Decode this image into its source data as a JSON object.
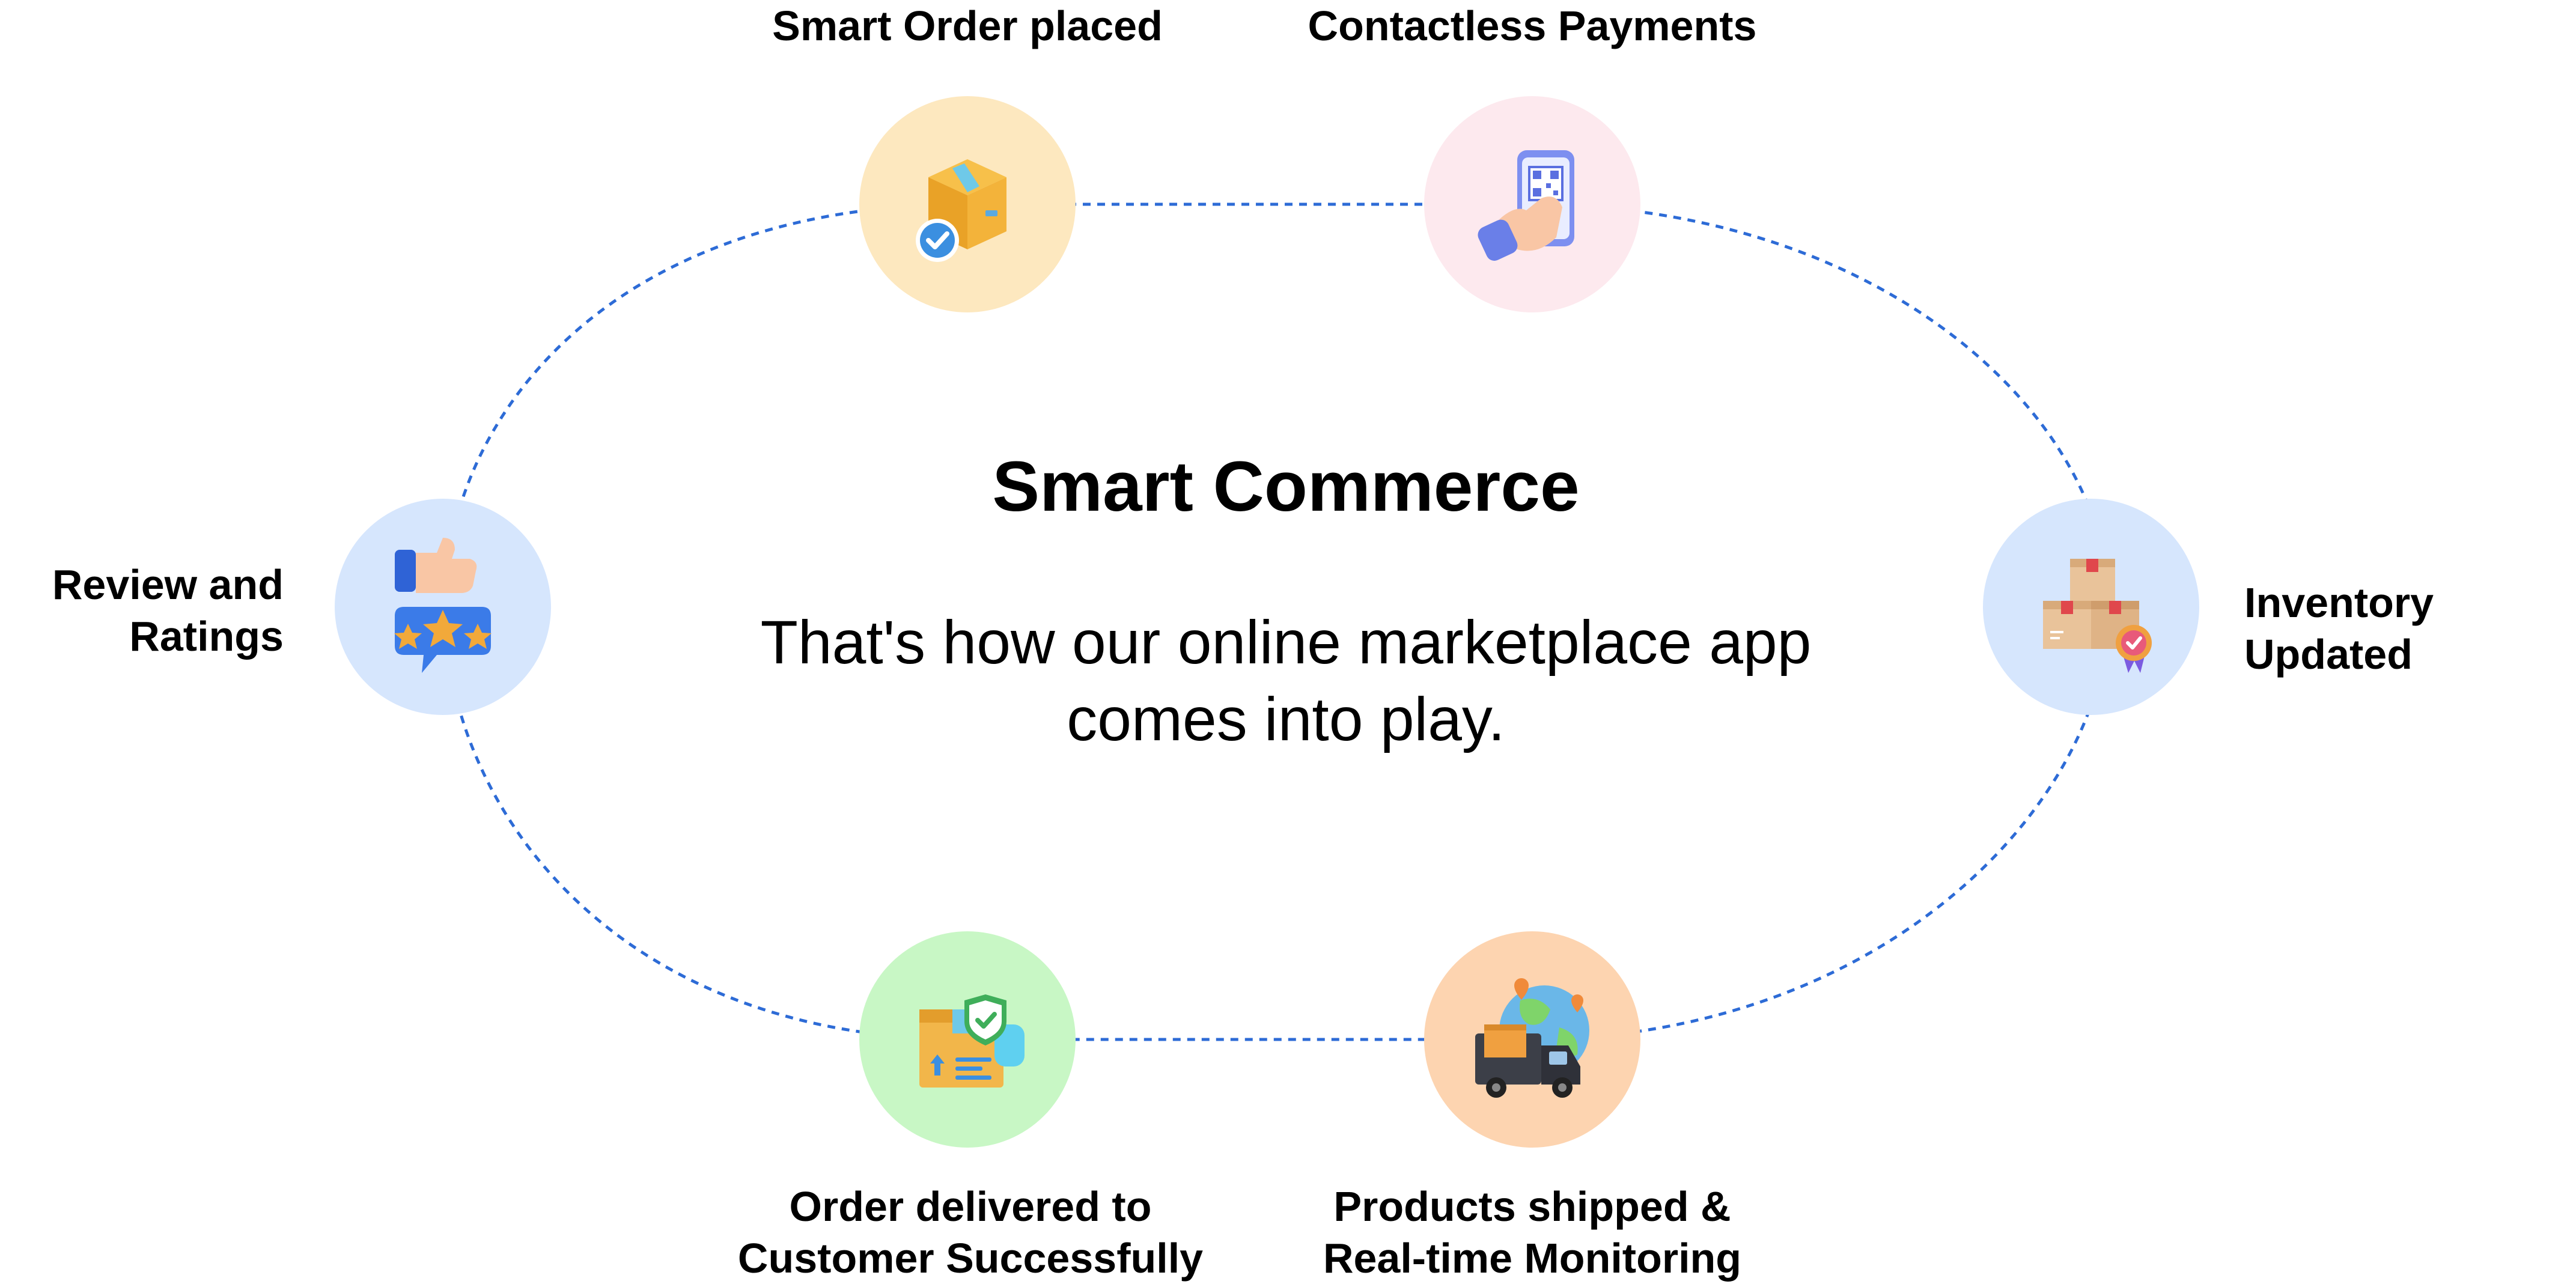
{
  "title": "Smart Commerce",
  "subtitle_lines": [
    "That's how our online marketplace app",
    "comes into play."
  ],
  "colors": {
    "loop": "#2d6bd6",
    "order_placed": "#fde8bf",
    "payments": "#fde9ee",
    "inventory": "#d6e6fd",
    "shipped": "#fdd4b0",
    "delivered": "#c8f7c5",
    "review": "#d6e6fd"
  },
  "steps": [
    {
      "id": "order_placed",
      "icon": "package-check-icon",
      "label_lines": [
        "Smart Order placed"
      ]
    },
    {
      "id": "payments",
      "icon": "phone-qr-payment-icon",
      "label_lines": [
        "Contactless Payments"
      ]
    },
    {
      "id": "inventory",
      "icon": "boxes-badge-icon",
      "label_lines": [
        "Inventory",
        "Updated"
      ]
    },
    {
      "id": "shipped",
      "icon": "delivery-truck-globe-icon",
      "label_lines": [
        "Products shipped &",
        "Real-time Monitoring"
      ]
    },
    {
      "id": "delivered",
      "icon": "delivered-box-shield-icon",
      "label_lines": [
        "Order delivered to",
        "Customer Successfully"
      ]
    },
    {
      "id": "review",
      "icon": "thumbs-up-stars-icon",
      "label_lines": [
        "Review and",
        "Ratings"
      ]
    }
  ]
}
